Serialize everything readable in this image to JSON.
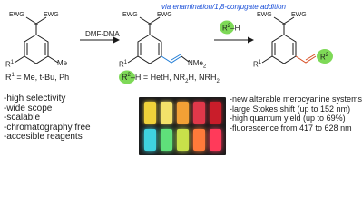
{
  "header": {
    "mechanism_note": "via enamination/1,8-conjugate addition"
  },
  "structures": {
    "ewg": "EWG",
    "r1": "R",
    "r1_sup": "1",
    "me": "Me",
    "nme2": "NMe",
    "nme2_sub": "2",
    "r2": "R",
    "r2_sup": "2",
    "r2_h": "–H"
  },
  "reagents": {
    "step1": "DMF-DMA"
  },
  "substituents": {
    "r1_label": "R",
    "r1_sup": "1",
    "r1_values": " = Me, t-Bu, Ph",
    "r2_label": "R",
    "r2_sup": "2",
    "r2_values": "–H = HetH, NR",
    "r2_values_sub": "2",
    "r2_values_tail": "H, NRH",
    "r2_values_sub2": "2"
  },
  "advantages": [
    "-high selectivity",
    "-wide scope",
    "-scalable",
    "-chromatography free",
    "-accesible reagents"
  ],
  "properties": [
    "-new alterable merocyanine systems",
    "-large Stokes shift (up to 152 nm)",
    "-high quantum yield (up to 69%)",
    "-fluorescence from 417 to 628 nm"
  ],
  "photo": {
    "vials_top_colors": [
      "#f0d23a",
      "#f3e16a",
      "#f2a035",
      "#e0384a",
      "#c91d2a"
    ],
    "vials_bottom_colors": [
      "#3fd3e0",
      "#5fe07a",
      "#c8e04a",
      "#ff7a3a",
      "#ff3a5a"
    ]
  },
  "colors": {
    "highlight": "#7ed957",
    "arrow": "#1a1a1a",
    "note": "#1a4fd8"
  }
}
